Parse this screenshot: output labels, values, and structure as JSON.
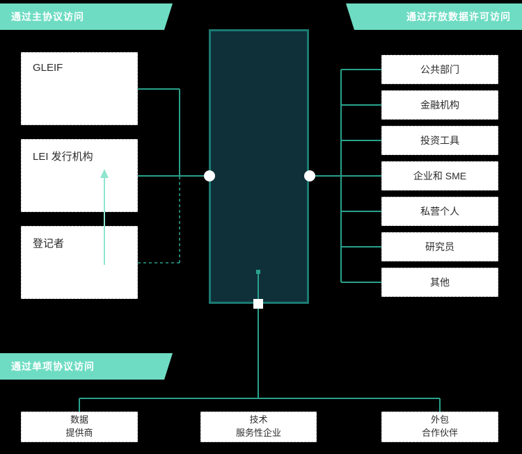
{
  "banners": {
    "top_left": "通过主协议访问",
    "top_right": "通过开放数据许可访问",
    "bottom_left": "通过单项协议访问"
  },
  "left_column": {
    "items": [
      {
        "label": "GLEIF"
      },
      {
        "label": "LEI 发行机构"
      },
      {
        "label": "登记者"
      }
    ]
  },
  "right_column": {
    "items": [
      {
        "label": "公共部门"
      },
      {
        "label": "金融机构"
      },
      {
        "label": "投资工具"
      },
      {
        "label": "企业和 SME"
      },
      {
        "label": "私营个人"
      },
      {
        "label": "研究员"
      },
      {
        "label": "其他"
      }
    ]
  },
  "bottom_row": {
    "items": [
      {
        "line1": "数据",
        "line2": "提供商"
      },
      {
        "line1": "技术",
        "line2": "服务性企业"
      },
      {
        "line1": "外包",
        "line2": "合作伙伴"
      }
    ]
  },
  "colors": {
    "banner_bg": "#6EDCC3",
    "line_color": "#29A28C",
    "arrow_color": "#8FE5CF",
    "center_fill": "#0F3039",
    "center_border": "#1B7A72",
    "bg": "#000000"
  }
}
